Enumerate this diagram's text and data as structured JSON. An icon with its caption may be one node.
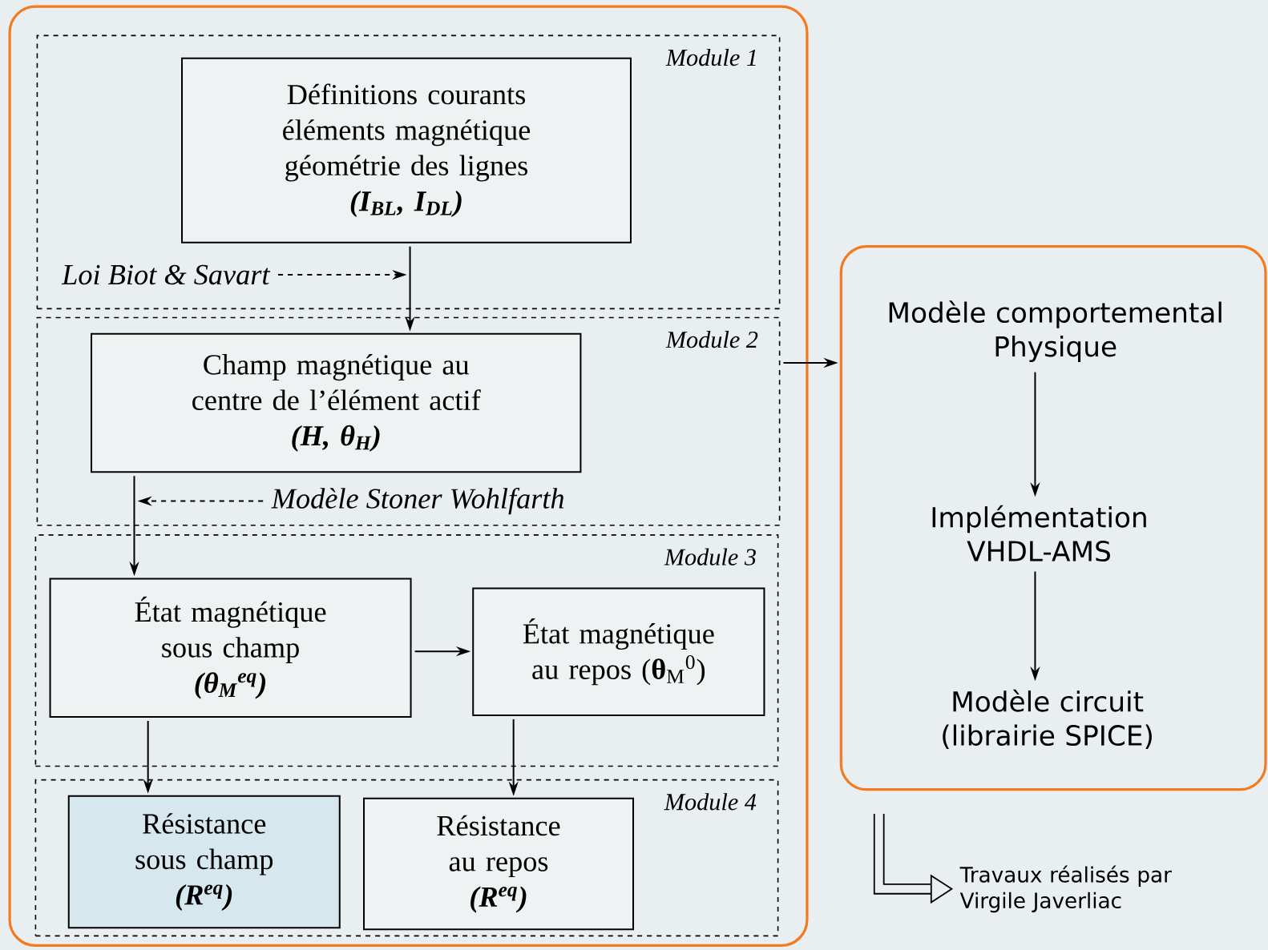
{
  "diagram": {
    "nodes": [
      {
        "text": [],
        "shape": "box"
      },
      {
        "text": [
          "Module 1"
        ],
        "in": 0
      },
      {
        "text": [
          "Définitions courants éléments magnétique géométrie des lignes",
          "(I$_{BL}$, I$_{DL}$)"
        ],
        "in": 1
      },
      {
        "text": [
          "Loi Biot & Savart"
        ],
        "in": 1
      },
      {
        "text": [
          "Module 2"
        ],
        "in": 0
      },
      {
        "text": [
          "Champ magnétique au centre de l’élément actif",
          "(H, θ$_{H}$)"
        ],
        "in": 4
      },
      {
        "text": [
          "Modèle Stoner Wohlfarth"
        ],
        "in": 4
      },
      {
        "text": [
          "Module 3"
        ],
        "in": 0
      },
      {
        "text": [
          "État magnétique sous champ",
          "(θ$_{M}$$^{eq}$)"
        ],
        "in": 7
      },
      {
        "text": [
          "État magnétique au repos (**θ**$_{M}$$^{0}$)"
        ],
        "in": 7
      },
      {
        "text": [
          "Module 4"
        ],
        "in": 0
      },
      {
        "text": [
          "Résistance sous champ",
          "(R$^{eq}$)"
        ],
        "in": 10
      },
      {
        "text": [
          "Résistance au repos",
          "(R$^{eq}$)"
        ],
        "in": 10
      },
      {
        "text": [],
        "shape": "box"
      },
      {
        "text": [
          "Modèle comportemental Physique"
        ],
        "in": 13
      },
      {
        "text": [
          "Implémentation VHDL-AMS"
        ],
        "in": 13
      },
      {
        "text": [
          "Modèle circuit (librairie SPICE)"
        ],
        "in": 13
      },
      {
        "text": [
          "Travaux réalisés par Virgile Javerliac"
        ]
      }
    ],
    "edges": [
      {
        "from": 2,
        "to": 5,
        "arrow": "to"
      },
      {
        "from": 3,
        "to": null,
        "arrow": "to",
        "style": "dashed"
      },
      {
        "from": 5,
        "to": 8,
        "arrow": "to"
      },
      {
        "from": 6,
        "to": null,
        "arrow": "to",
        "style": "dashed"
      },
      {
        "from": 8,
        "to": 9,
        "arrow": "to"
      },
      {
        "from": 8,
        "to": 11,
        "arrow": "to"
      },
      {
        "from": 9,
        "to": 12,
        "arrow": "to"
      },
      {
        "from": 4,
        "to": 13,
        "arrow": "to"
      },
      {
        "from": 14,
        "to": 15,
        "arrow": "to"
      },
      {
        "from": 15,
        "to": 16,
        "arrow": "to"
      },
      {
        "from": null,
        "to": 17,
        "arrow": "to",
        "style": "thick"
      }
    ]
  }
}
